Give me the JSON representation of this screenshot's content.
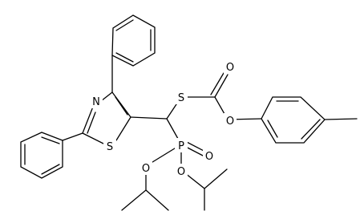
{
  "molecule": {
    "atoms": {
      "n1": "N",
      "s1": "S",
      "s2": "S",
      "o_carbonyl": "O",
      "o_ester": "O",
      "p1": "P",
      "o_phosphoryl": "O",
      "o_left": "O",
      "o_right": "O"
    }
  }
}
